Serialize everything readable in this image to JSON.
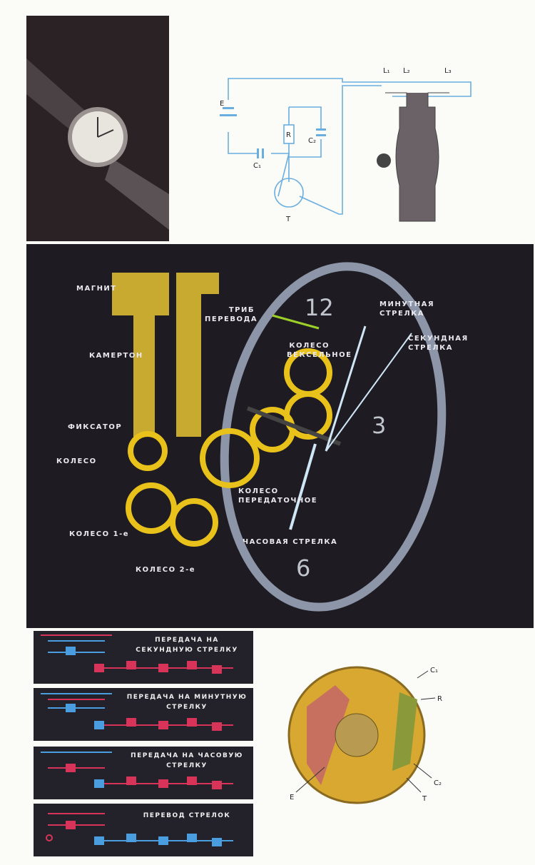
{
  "circuit": {
    "labels": {
      "battery": "E",
      "resistor": "R",
      "cap1": "C₁",
      "cap2": "C₂",
      "transistor": "T",
      "coil1": "L₁",
      "coil2": "L₂",
      "coil3": "L₃"
    }
  },
  "mechanism": {
    "labels": {
      "magnet": "МАГНИТ",
      "tuning_fork": "КАМЕРТОН",
      "latch": "ФИКСАТОР",
      "wheel": "КОЛЕСО",
      "wheel_1": "КОЛЕСО 1-е",
      "wheel_2": "КОЛЕСО 2-е",
      "setting_pinion": "ТРИБ ПЕРЕВОДА",
      "minute_hand": "МИНУТНАЯ СТРЕЛКА",
      "second_hand": "СЕКУНДНАЯ СТРЕЛКА",
      "change_wheel": "КОЛЕСО ВЕКСЕЛЬНОЕ",
      "transfer_wheel": "КОЛЕСО ПЕРЕДАТОЧНОЕ",
      "hour_hand": "ЧАСОВАЯ СТРЕЛКА"
    },
    "dial_numbers": [
      "12",
      "3",
      "6"
    ]
  },
  "schemes": [
    {
      "title": "ПЕРЕДАЧА НА СЕКУНДНУЮ СТРЕЛКУ"
    },
    {
      "title": "ПЕРЕДАЧА НА МИНУТНУЮ СТРЕЛКУ"
    },
    {
      "title": "ПЕРЕДАЧА НА ЧАСОВУЮ СТРЕЛКУ"
    },
    {
      "title": "ПЕРЕВОД СТРЕЛОК"
    }
  ],
  "movement": {
    "labels": {
      "cap1": "C₁",
      "resistor": "R",
      "battery": "E",
      "cap2": "C₂",
      "transistor": "T"
    }
  },
  "colors": {
    "panel": "#1e1c22",
    "gear": "#e8c21a",
    "circuit": "#6aaee0",
    "red": "#d8345a",
    "blue": "#4a9ee0"
  }
}
